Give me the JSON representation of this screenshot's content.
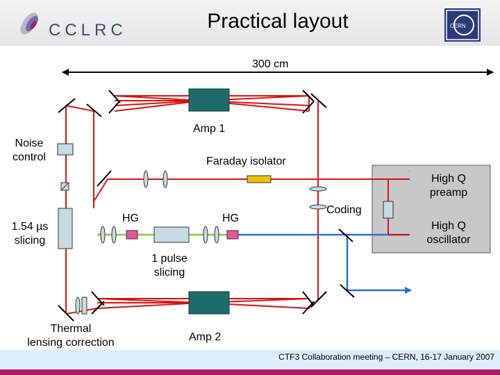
{
  "header": {
    "title": "Practical layout",
    "logo_left_text": "CCLRC",
    "logo_right_text": "CERN"
  },
  "labels": {
    "dimension": "300 cm",
    "amp1": "Amp 1",
    "amp2": "Amp 2",
    "noise_control": [
      "Noise",
      "control"
    ],
    "faraday": "Faraday isolator",
    "high_q_preamp": [
      "High Q",
      "preamp"
    ],
    "high_q_osc": [
      "High Q",
      "oscillator"
    ],
    "coding": "Coding",
    "hg_left": "HG",
    "hg_right": "HG",
    "slicing": [
      "1.54 µs",
      "slicing"
    ],
    "one_pulse": [
      "1 pulse",
      "slicing"
    ],
    "thermal": [
      "Thermal",
      "lensing correction"
    ]
  },
  "footer": {
    "text": "CTF3 Collaboration meeting – CERN, 16-17 January 2007"
  },
  "colors": {
    "red_beam": "#dd1111",
    "green_beam": "#8fd14f",
    "blue_beam": "#2a6fcf",
    "amp_teal": "#1e6b6b",
    "faraday_yellow": "#f2c200",
    "hg_pink": "#e8559c",
    "component_blue": "#c6dbe3",
    "box_gray": "#c8c8c8",
    "footer_stripe": "#b0156c"
  }
}
